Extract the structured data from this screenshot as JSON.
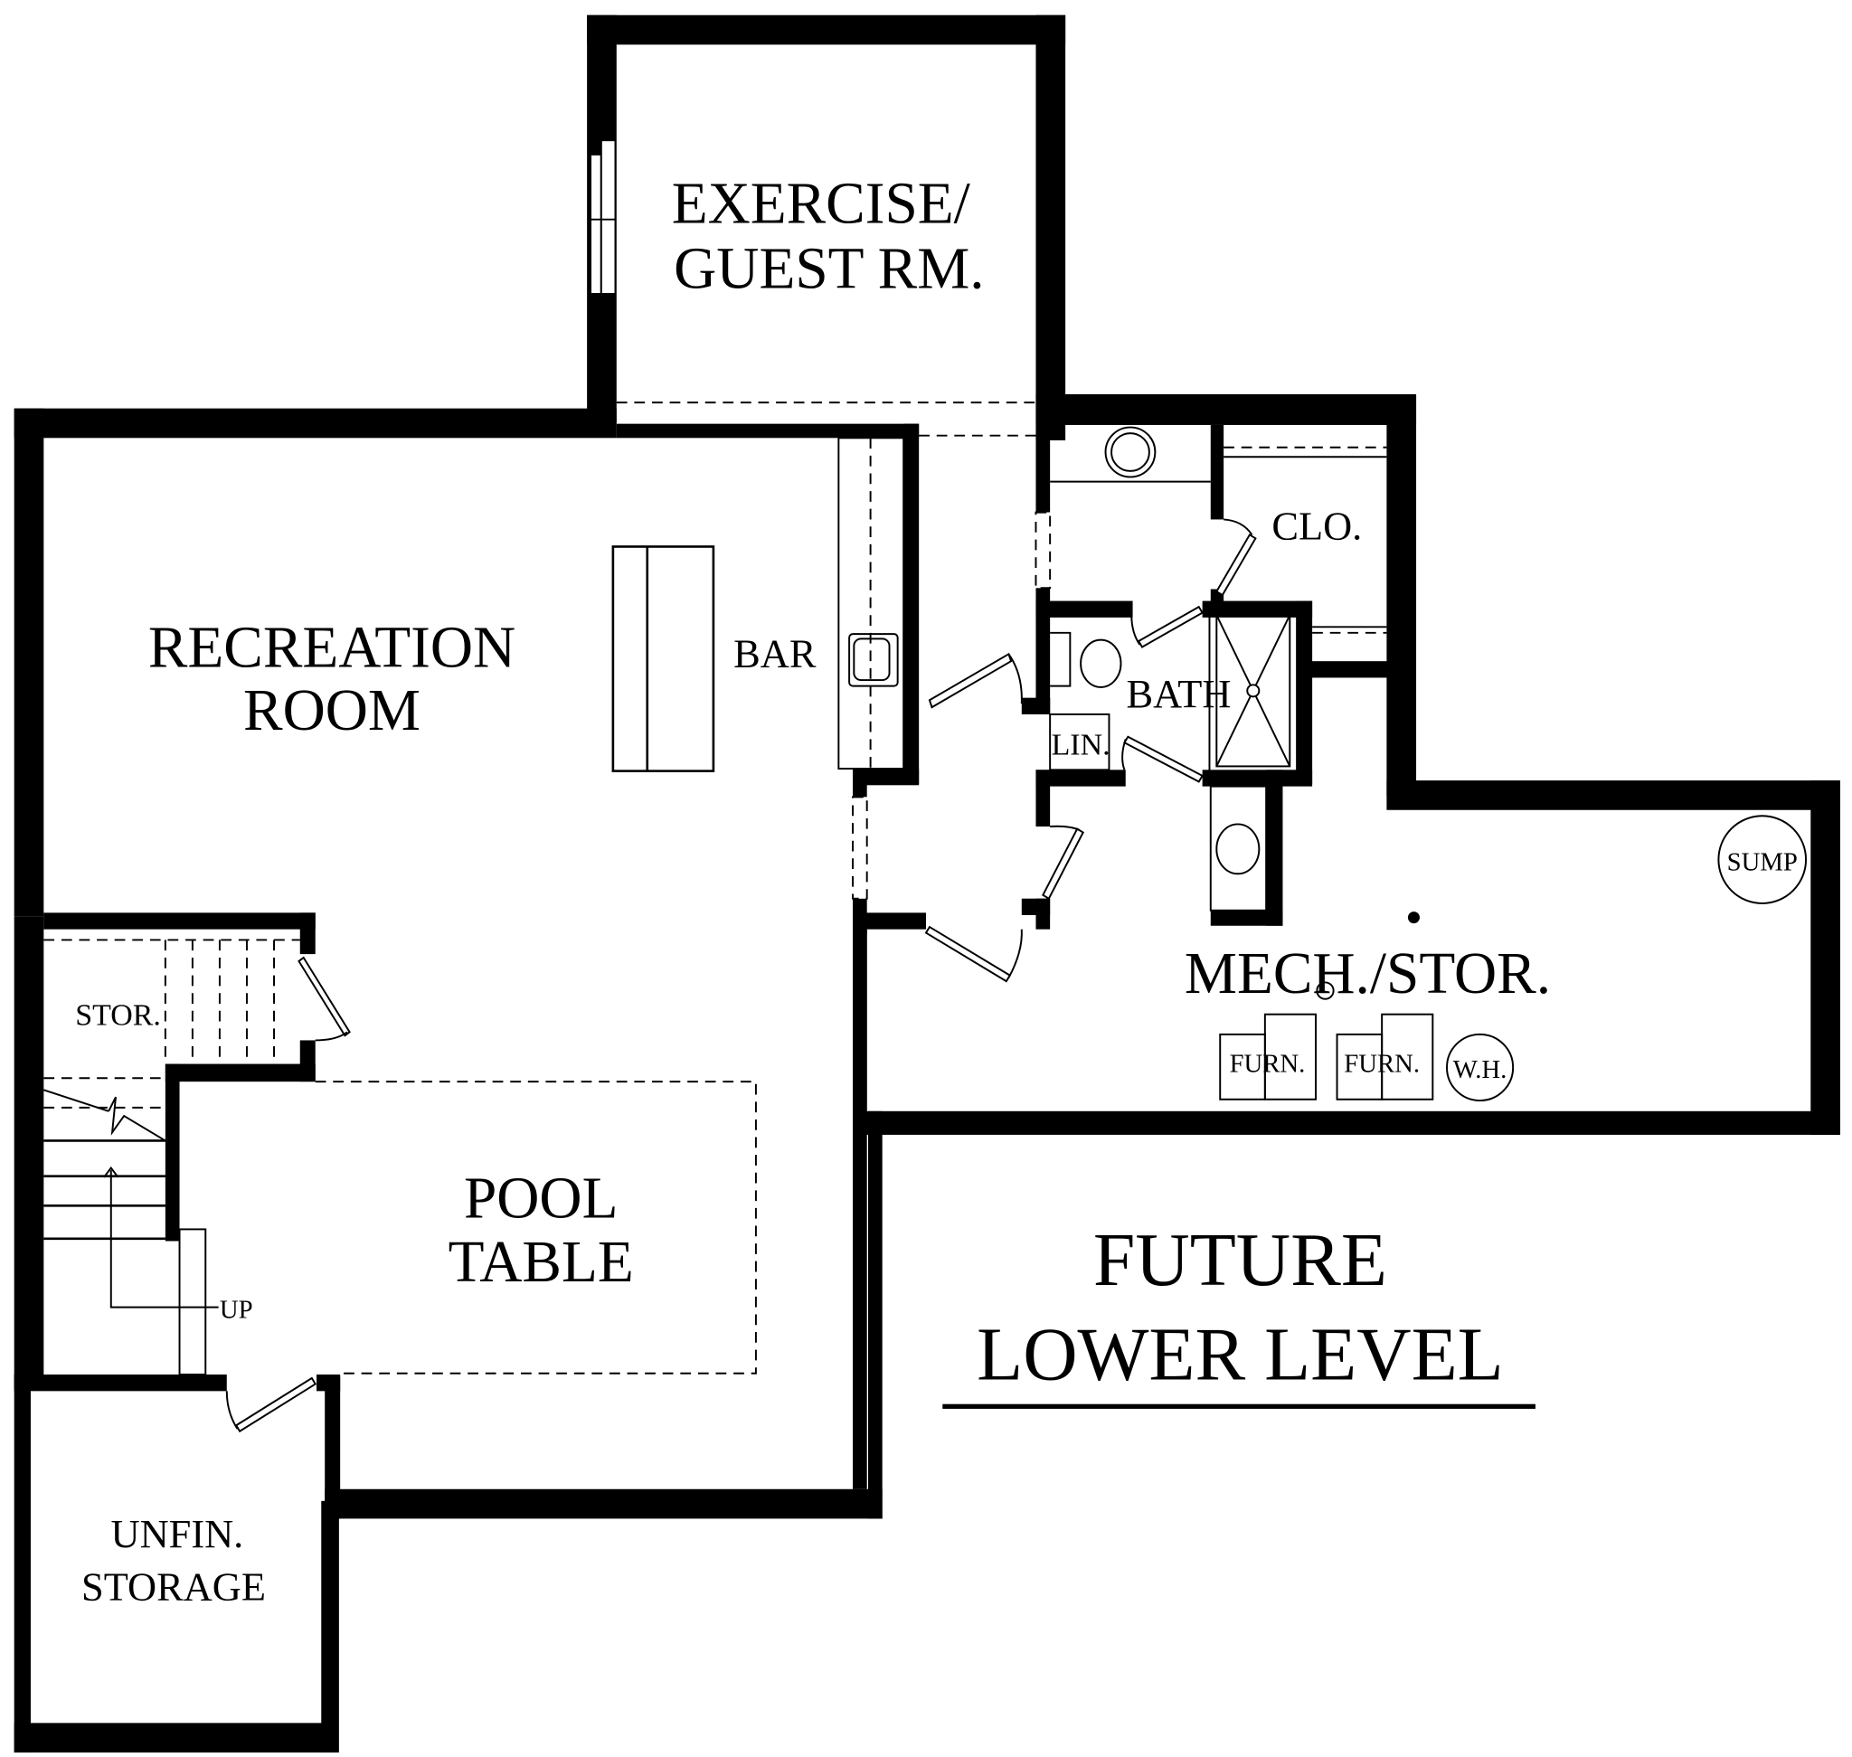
{
  "plan": {
    "title_line1": "FUTURE",
    "title_line2": "LOWER LEVEL",
    "rooms": {
      "exercise": {
        "line1": "EXERCISE/",
        "line2": "GUEST RM."
      },
      "recreation": {
        "line1": "RECREATION",
        "line2": "ROOM"
      },
      "bar": "BAR",
      "closet": "CLO.",
      "bath": "BATH",
      "linen": "LIN.",
      "mech": "MECH./STOR.",
      "storage_small": "STOR.",
      "pool": {
        "line1": "POOL",
        "line2": "TABLE"
      },
      "unfinished": {
        "line1": "UNFIN.",
        "line2": "STORAGE"
      }
    },
    "fixtures": {
      "sump": "SUMP",
      "furnace_1": "FURN.",
      "furnace_2": "FURN.",
      "water_heater": "W.H.",
      "stairs_up": "UP"
    },
    "colors": {
      "wall": "#000000",
      "background": "#ffffff"
    }
  }
}
